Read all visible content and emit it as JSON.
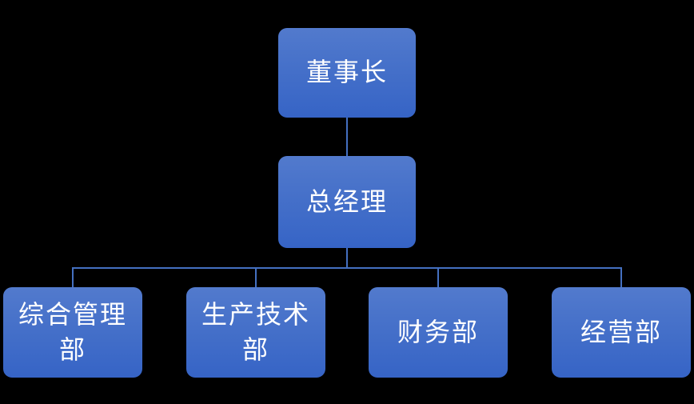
{
  "org_chart": {
    "title": "organization-chart",
    "colors": {
      "background": "#000000",
      "box_gradient_top": "#527ACD",
      "box_gradient_bottom": "#3664C6",
      "connector": "#4470C0",
      "text": "#FFFFFF"
    },
    "nodes": {
      "chairman": {
        "label": "董事长",
        "level": 1
      },
      "general_manager": {
        "label": "总经理",
        "level": 2
      },
      "dept_admin": {
        "label": "综合管理部",
        "level": 3
      },
      "dept_production": {
        "label": "生产技术部",
        "level": 3
      },
      "dept_finance": {
        "label": "财务部",
        "level": 3
      },
      "dept_business": {
        "label": "经营部",
        "level": 3
      }
    },
    "hierarchy": {
      "root": "董事长",
      "children": [
        {
          "label": "总经理",
          "children": [
            "综合管理部",
            "生产技术部",
            "财务部",
            "经营部"
          ]
        }
      ]
    }
  }
}
